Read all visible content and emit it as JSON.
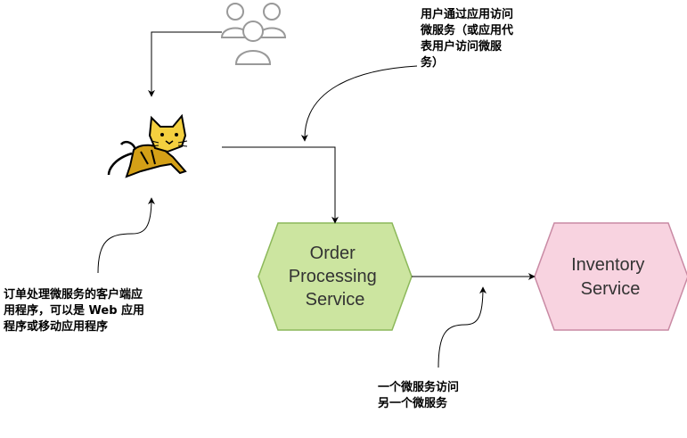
{
  "services": {
    "order": {
      "lines": [
        "Order",
        "Processing",
        "Service"
      ],
      "fill": "#cce5a0",
      "stroke": "#8cb85a"
    },
    "inventory": {
      "lines": [
        "Inventory",
        "Service"
      ],
      "fill": "#f8d3e0",
      "stroke": "#c98aa4"
    }
  },
  "notes": {
    "users": "用户通过应用访问\n微服务（或应用代\n表用户访问微服\n务）",
    "client": "订单处理微服务的客户端应\n用程序，可以是 Web 应用\n程序或移动应用程序",
    "microservice": "一个微服务访问\n另一个微服务"
  },
  "icons": {
    "users": "users-group-icon",
    "client_app": "tomcat-cat-icon"
  },
  "colors": {
    "users_icon_stroke": "#999999",
    "tomcat_body": "#d4a017",
    "connector": "#000000"
  }
}
